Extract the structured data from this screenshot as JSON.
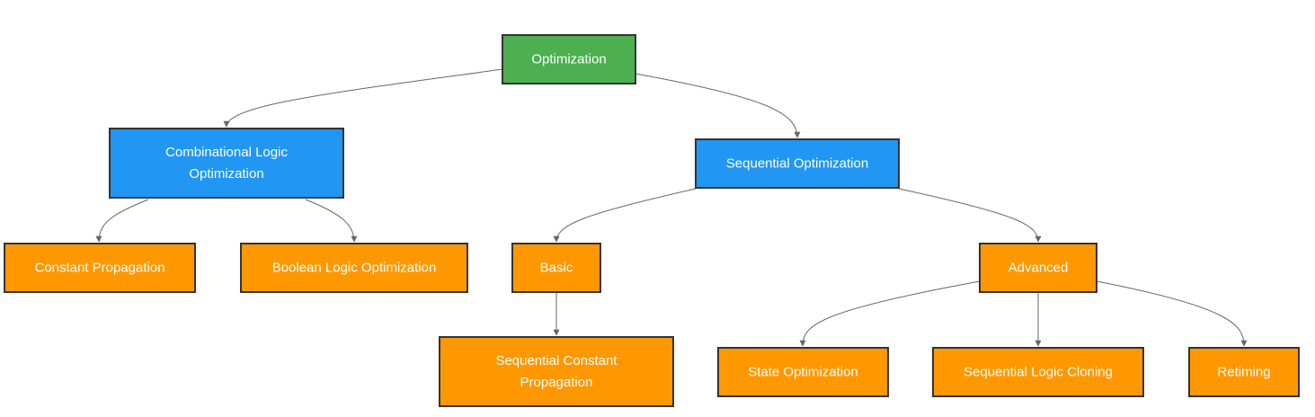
{
  "diagram": {
    "colors": {
      "root": "#4caf50",
      "category": "#2196f3",
      "technique": "#ff9800",
      "edge": "#666666",
      "border": "#333333"
    },
    "nodes": [
      {
        "id": "optimization",
        "role": "root",
        "lines": [
          "Optimization"
        ]
      },
      {
        "id": "combinational",
        "role": "category",
        "lines": [
          "Combinational Logic",
          "Optimization"
        ]
      },
      {
        "id": "sequential",
        "role": "category",
        "lines": [
          "Sequential Optimization"
        ]
      },
      {
        "id": "constant-propagation",
        "role": "technique",
        "lines": [
          "Constant Propagation"
        ]
      },
      {
        "id": "boolean-logic",
        "role": "technique",
        "lines": [
          "Boolean Logic Optimization"
        ]
      },
      {
        "id": "basic",
        "role": "technique",
        "lines": [
          "Basic"
        ]
      },
      {
        "id": "advanced",
        "role": "technique",
        "lines": [
          "Advanced"
        ]
      },
      {
        "id": "seq-constant-propagation",
        "role": "technique",
        "lines": [
          "Sequential Constant",
          "Propagation"
        ]
      },
      {
        "id": "state-optimization",
        "role": "technique",
        "lines": [
          "State Optimization"
        ]
      },
      {
        "id": "seq-logic-cloning",
        "role": "technique",
        "lines": [
          "Sequential Logic Cloning"
        ]
      },
      {
        "id": "retiming",
        "role": "technique",
        "lines": [
          "Retiming"
        ]
      }
    ],
    "edges": [
      {
        "from": "optimization",
        "to": "combinational"
      },
      {
        "from": "optimization",
        "to": "sequential"
      },
      {
        "from": "combinational",
        "to": "constant-propagation"
      },
      {
        "from": "combinational",
        "to": "boolean-logic"
      },
      {
        "from": "sequential",
        "to": "basic"
      },
      {
        "from": "sequential",
        "to": "advanced"
      },
      {
        "from": "basic",
        "to": "seq-constant-propagation"
      },
      {
        "from": "advanced",
        "to": "state-optimization"
      },
      {
        "from": "advanced",
        "to": "seq-logic-cloning"
      },
      {
        "from": "advanced",
        "to": "retiming"
      }
    ]
  }
}
